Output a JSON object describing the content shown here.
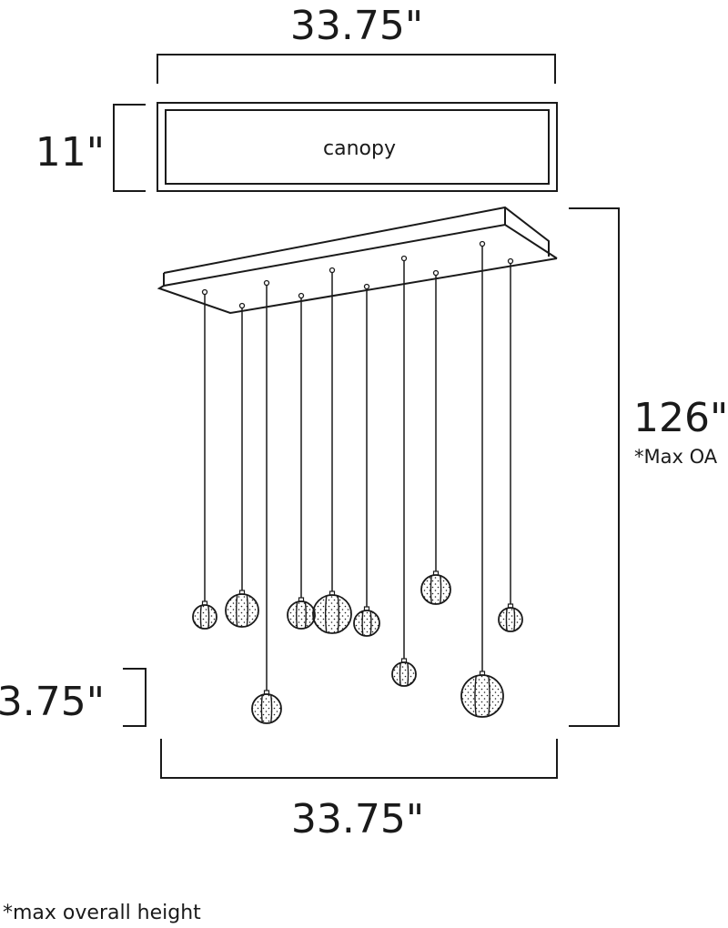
{
  "dimensions": {
    "canopy_width_top": "33.75\"",
    "canopy_height": "11\"",
    "canopy_label": "canopy",
    "overall_height": "126\"",
    "overall_height_note": "*Max OA",
    "pendant_height": "3.75\"",
    "fixture_width_bottom": "33.75\""
  },
  "footnote": "*max overall height",
  "pendant_count": 10
}
